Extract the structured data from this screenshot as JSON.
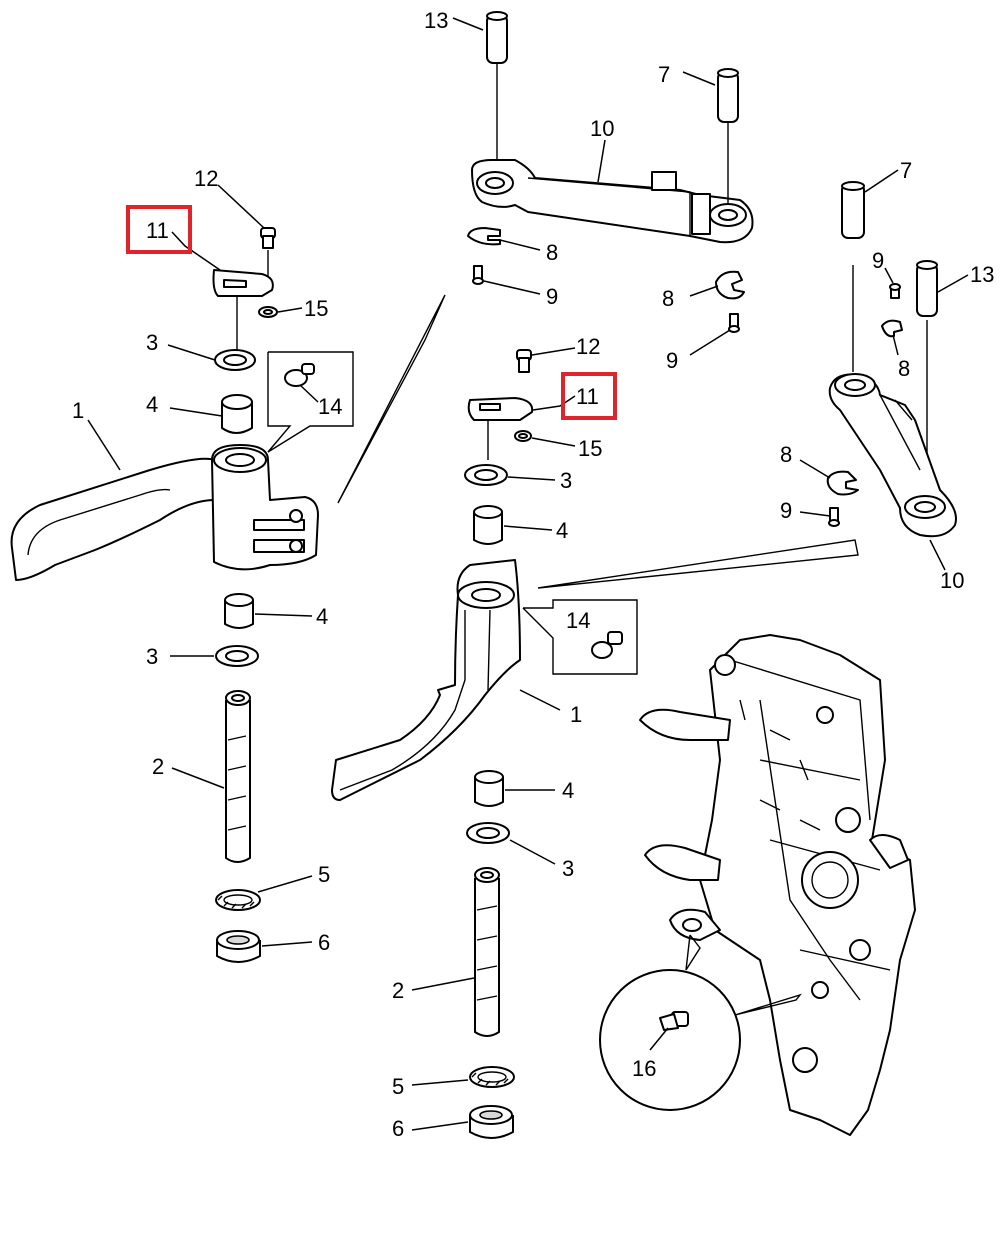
{
  "labels": {
    "l13a": "13",
    "l7a": "7",
    "l10a": "10",
    "l12a": "12",
    "l11a": "11",
    "l15a": "15",
    "l3a": "3",
    "l4a": "4",
    "l14a": "14",
    "l1a": "1",
    "l4b": "4",
    "l3b": "3",
    "l2a": "2",
    "l5a": "5",
    "l6a": "6",
    "l8a": "8",
    "l9a": "9",
    "l8b": "8",
    "l9b": "9",
    "l12b": "12",
    "l11b": "11",
    "l15b": "15",
    "l3c": "3",
    "l4c": "4",
    "l14b": "14",
    "l1b": "1",
    "l4d": "4",
    "l3d": "3",
    "l2b": "2",
    "l5b": "5",
    "l6b": "6",
    "l7b": "7",
    "l9c": "9",
    "l13b": "13",
    "l8c": "8",
    "l8d": "8",
    "l9d": "9",
    "l10b": "10",
    "l16": "16"
  },
  "highlight_color": "#e0242b"
}
